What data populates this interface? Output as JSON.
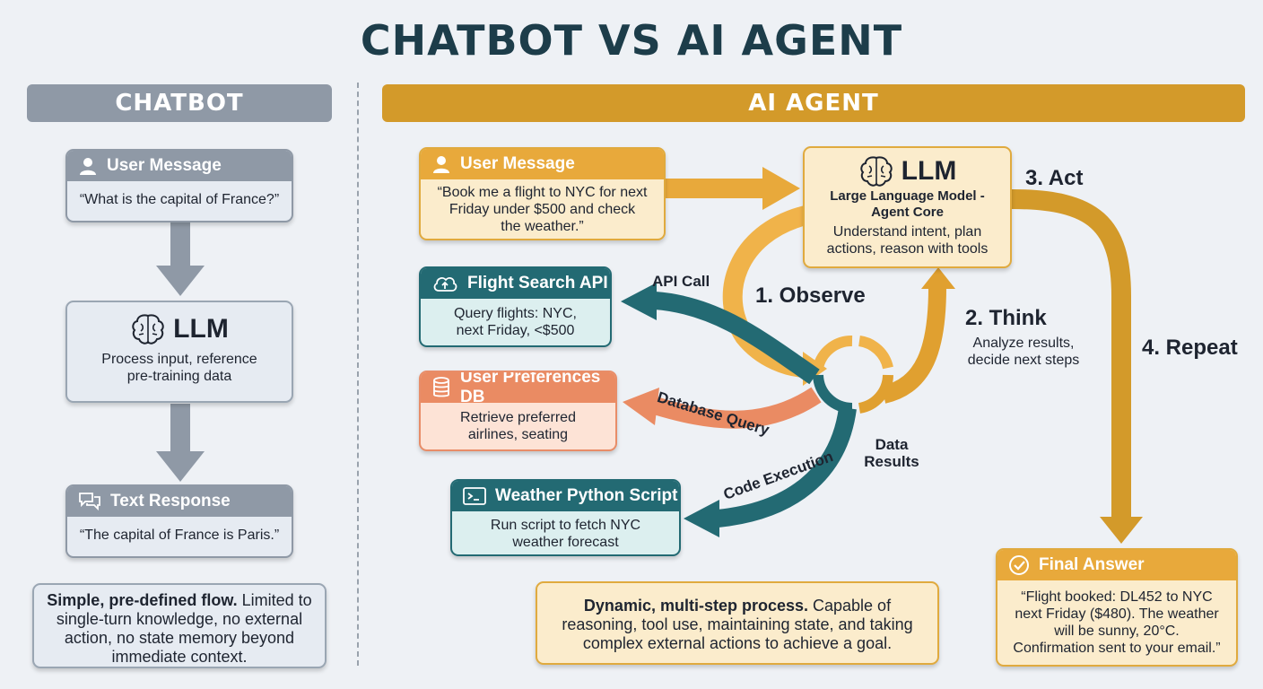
{
  "title": "CHATBOT VS AI AGENT",
  "chatbot": {
    "banner": "CHATBOT",
    "user_message": {
      "header": "User Message",
      "text": "“What is the capital of France?”"
    },
    "llm": {
      "title": "LLM",
      "text_line1": "Process input, reference",
      "text_line2": "pre-training data"
    },
    "text_response": {
      "header": "Text Response",
      "text": "“The capital of France is Paris.”"
    },
    "note": {
      "bold": "Simple, pre-defined flow.",
      "line1_rest": " Limited to",
      "line2": "single-turn knowledge, no external",
      "line3": "action, no state memory beyond",
      "line4": "immediate context."
    }
  },
  "agent": {
    "banner": "AI AGENT",
    "user_message": {
      "header": "User Message",
      "line1": "“Book me a flight to NYC for next",
      "line2": "Friday under $500 and check",
      "line3": "the weather.”"
    },
    "llm": {
      "title": "LLM",
      "subtitle_line1": "Large Language Model -",
      "subtitle_line2": "Agent Core",
      "text_line1": "Understand intent, plan",
      "text_line2": "actions, reason with tools"
    },
    "flight_api": {
      "header": "Flight Search API",
      "line1": "Query flights: NYC,",
      "line2": "next Friday, <$500"
    },
    "prefs_db": {
      "header": "User Preferences DB",
      "line1": "Retrieve preferred",
      "line2": "airlines, seating"
    },
    "weather_script": {
      "header": "Weather Python Script",
      "line1": "Run script to fetch NYC",
      "line2": "weather forecast"
    },
    "final_answer": {
      "header": "Final Answer",
      "line1": "“Flight booked: DL452 to NYC",
      "line2": "next Friday ($480). The weather",
      "line3": "will be sunny, 20°C.",
      "line4": "Confirmation sent to your email.”"
    },
    "steps": {
      "act": "3. Act",
      "observe": "1. Observe",
      "think": "2. Think",
      "think_desc_line1": "Analyze results,",
      "think_desc_line2": "decide next steps",
      "repeat": "4. Repeat"
    },
    "edge_labels": {
      "api_call": "API Call",
      "database_query": "Database Query",
      "code_execution": "Code Execution",
      "data_results_line1": "Data",
      "data_results_line2": "Results"
    },
    "note": {
      "bold": "Dynamic, multi-step process.",
      "line1_rest": " Capable of",
      "line2": "reasoning, tool use, maintaining state, and taking",
      "line3": "complex external actions to achieve a goal."
    }
  },
  "colors": {
    "grey": "#8f99a6",
    "gold": "#e8a93b",
    "teal": "#236a73",
    "orange": "#ea8b63",
    "title": "#1d3d4a"
  }
}
